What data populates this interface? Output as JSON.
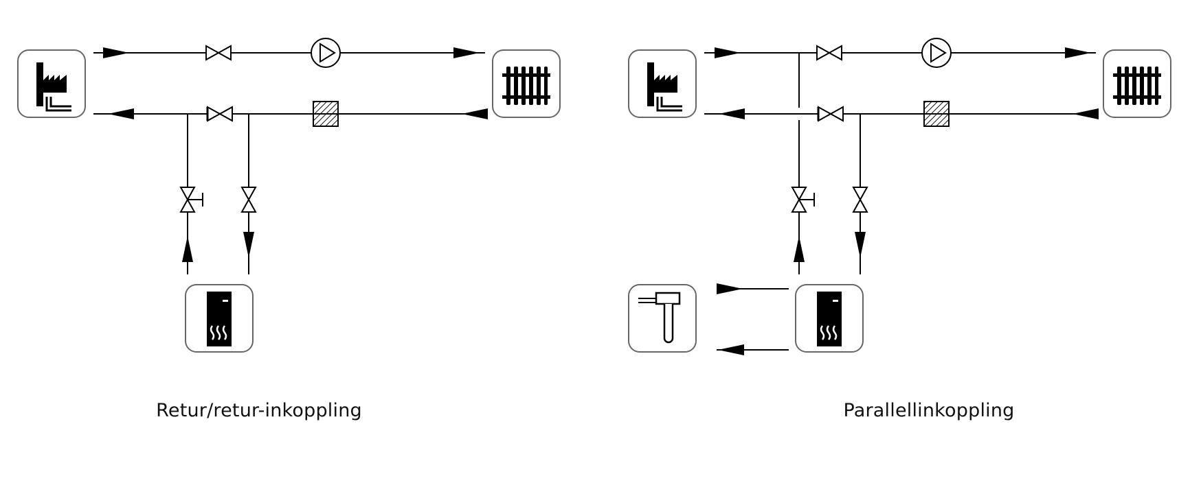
{
  "diagrams": [
    {
      "id": "return-return",
      "caption": "Retur/retur-inkoppling",
      "components": [
        "factory-icon",
        "radiator-icon",
        "heat-unit-icon",
        "pump-icon",
        "valve-icon",
        "shutoff-valve-icon",
        "filter-icon"
      ]
    },
    {
      "id": "parallel",
      "caption": "Parallellinkoppling",
      "components": [
        "factory-icon",
        "radiator-icon",
        "heat-unit-icon",
        "water-heater-icon",
        "pump-icon",
        "valve-icon",
        "shutoff-valve-icon",
        "filter-icon"
      ]
    }
  ],
  "colors": {
    "line": "#111111",
    "box_stroke": "#555555",
    "box_fill": "#ffffff"
  }
}
